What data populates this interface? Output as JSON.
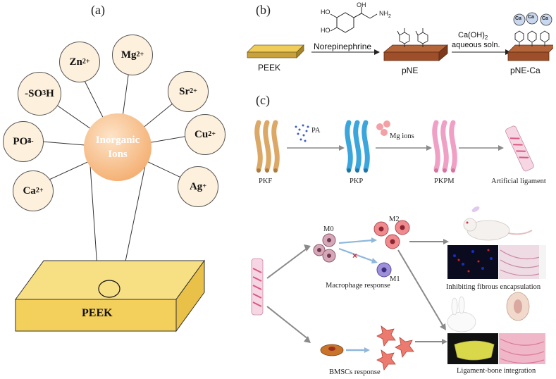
{
  "panel_a": {
    "label": "(a)",
    "center_line1": "Inorganic",
    "center_line2": "Ions",
    "base_label": "PEEK",
    "ions": [
      {
        "base": "Zn",
        "sup": "2+"
      },
      {
        "base": "Mg",
        "sup": "2+"
      },
      {
        "base": "-SO",
        "sup": "3",
        "tail": "H"
      },
      {
        "base": "Sr",
        "sup": "2+"
      },
      {
        "base": "PO",
        "sub": "4",
        "sup": "3-"
      },
      {
        "base": "Cu",
        "sup": "2+"
      },
      {
        "base": "Ca",
        "sup": "2+"
      },
      {
        "base": "Ag",
        "sup": "+"
      }
    ]
  },
  "panel_b": {
    "label": "(b)",
    "peek": "PEEK",
    "reagent": "Norepinephrine",
    "pne": "pNE",
    "condition_line1": "Ca(OH)",
    "condition_sub": "2",
    "condition_line2": "aqueous soln.",
    "pne_ca": "pNE-Ca",
    "ca": "Ca",
    "mol_ho1": "HO",
    "mol_ho2": "HO",
    "mol_oh": "OH",
    "mol_nh2": "NH",
    "mol_nh2_sub": "2"
  },
  "panel_c": {
    "label": "(c)",
    "pkf": "PKF",
    "pa": "PA",
    "pkp": "PKP",
    "mg_ions": "Mg ions",
    "pkpm": "PKPM",
    "artificial_ligament": "Artificial ligament",
    "m0": "M0",
    "m1": "M1",
    "m2": "M2",
    "macrophage_response": "Macrophage response",
    "bmscs_response": "BMSCs response",
    "inhibiting": "Inhibiting fibrous encapsulation",
    "ligament_bone": "Ligament-bone integration"
  },
  "colors": {
    "ion_fill": "#fdf0dc",
    "center_fill": "#f5b47a",
    "peek_block": "#f7df84",
    "pne_block": "#9e4f2a",
    "fiber_tan": "#dca866",
    "fiber_blue": "#3aa6dc",
    "fiber_pink": "#f0a0c4",
    "arrow_gray": "#8a8a8a"
  }
}
